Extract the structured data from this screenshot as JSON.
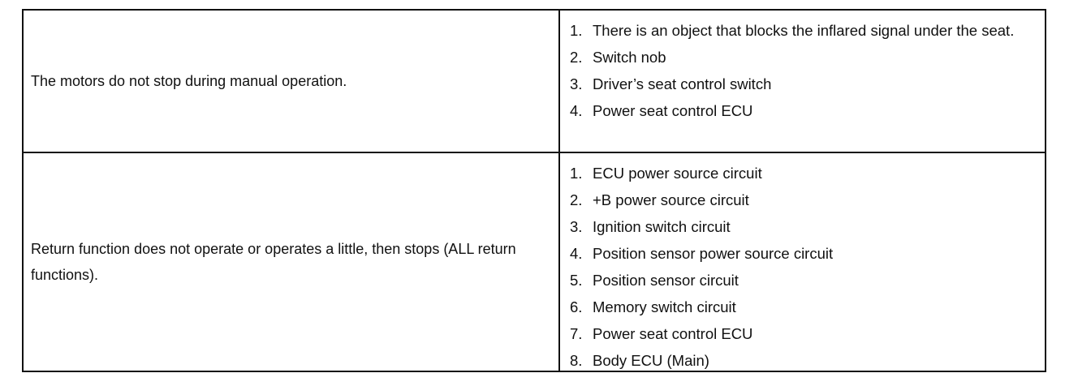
{
  "rows": [
    {
      "symptom": "The motors do not stop during manual operation.",
      "causes": [
        {
          "num": "1.",
          "text": "There is an object that blocks the inflared signal under the seat."
        },
        {
          "num": "2.",
          "text": "Switch nob"
        },
        {
          "num": "3.",
          "text": "Driver’s seat control switch"
        },
        {
          "num": "4.",
          "text": "Power seat control ECU"
        }
      ]
    },
    {
      "symptom": "Return function does not operate or operates a little, then stops (ALL return functions).",
      "causes": [
        {
          "num": "1.",
          "text": "ECU power source circuit"
        },
        {
          "num": "2.",
          "text": "+B power source circuit"
        },
        {
          "num": "3.",
          "text": "Ignition switch circuit"
        },
        {
          "num": "4.",
          "text": "Position sensor power source circuit"
        },
        {
          "num": "5.",
          "text": "Position sensor circuit"
        },
        {
          "num": "6.",
          "text": "Memory switch circuit"
        },
        {
          "num": "7.",
          "text": "Power seat control ECU"
        },
        {
          "num": "8.",
          "text": "Body ECU (Main)"
        }
      ]
    }
  ]
}
